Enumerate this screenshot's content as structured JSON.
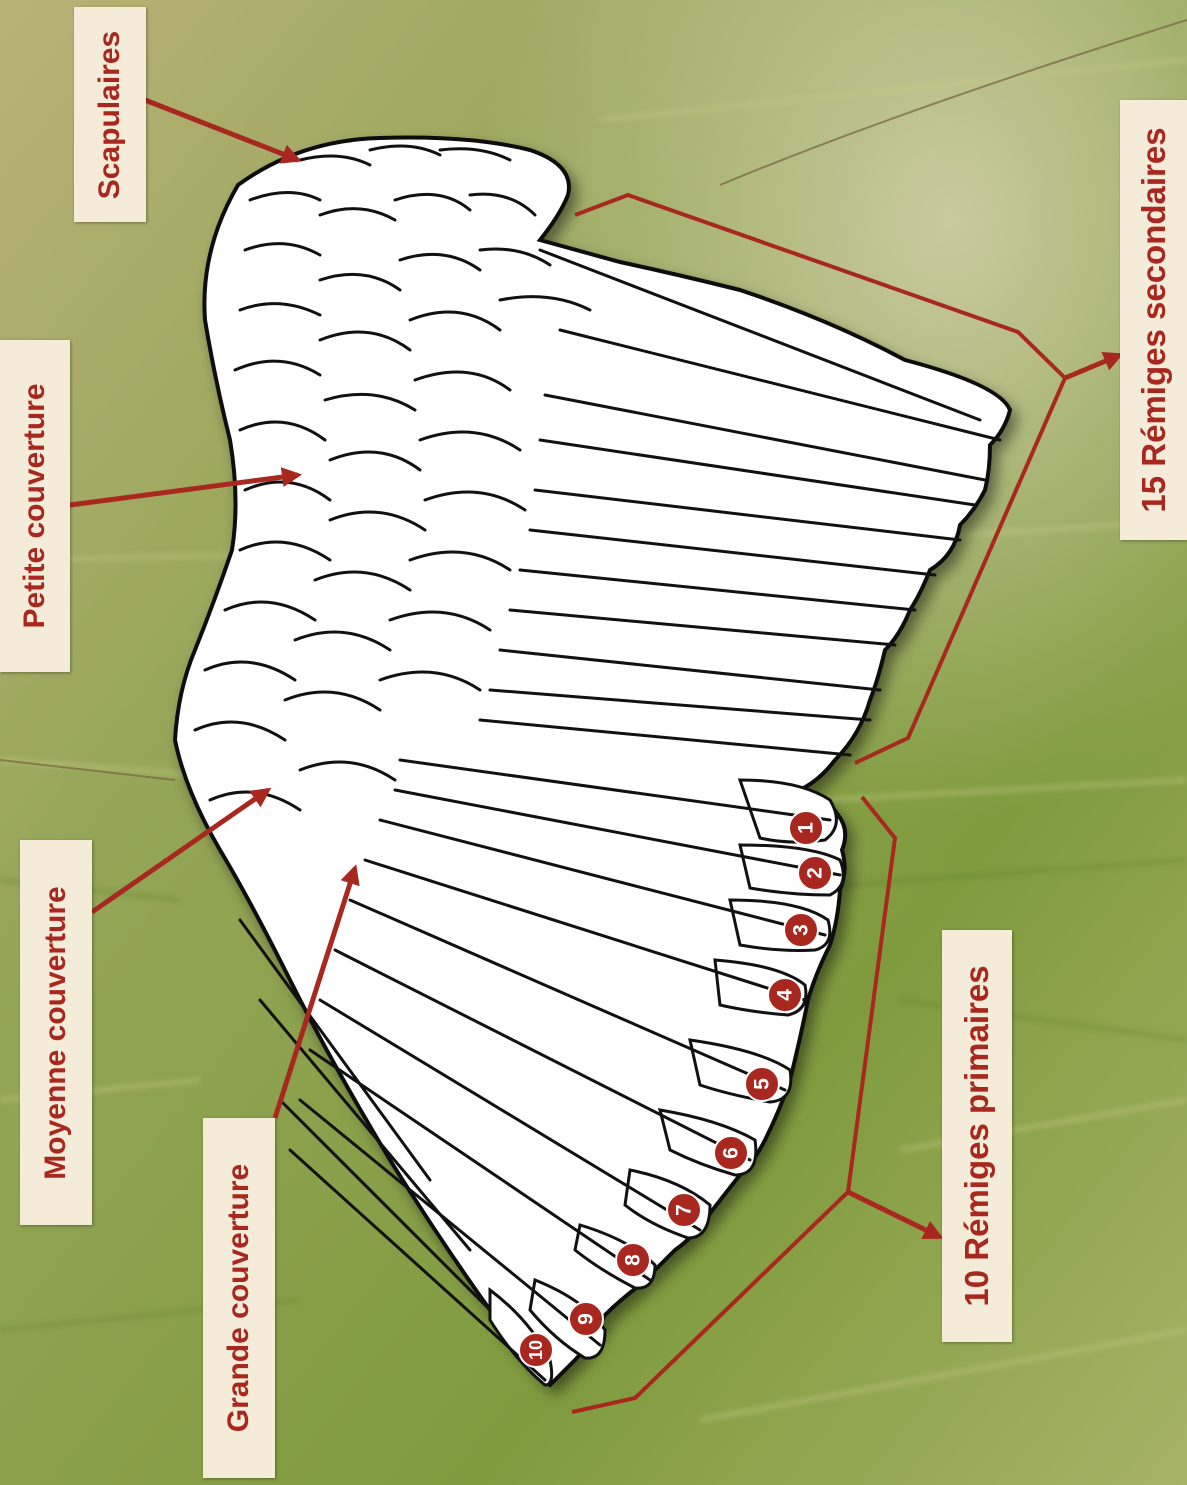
{
  "labels": {
    "scapulaires": "Scapulaires",
    "petite_couverture": "Petite couverture",
    "moyenne_couverture": "Moyenne couverture",
    "grande_couverture": "Grande couverture",
    "remiges_secondaires": "15 Rémiges secondaires",
    "remiges_primaires": "10 Rémiges primaires"
  },
  "primary_numbers": [
    "1",
    "2",
    "3",
    "4",
    "5",
    "6",
    "7",
    "8",
    "9",
    "10"
  ],
  "colors": {
    "accent": "#a8281f",
    "label_background": "#f4ecd9",
    "background_green": "#8fa64a",
    "feather": "#ffffff",
    "outline": "#111111"
  }
}
